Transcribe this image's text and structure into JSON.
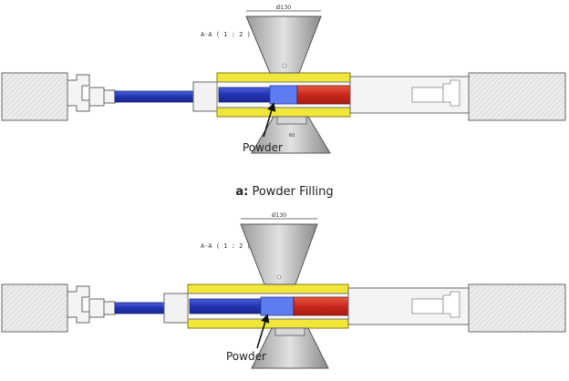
{
  "figure": {
    "top_panel": {
      "section_label": "A-A ( 1 : 2 )",
      "dimension_label": "Ø130",
      "lower_dimension_label": "60",
      "callout": "Powder"
    },
    "caption": {
      "prefix": "a:",
      "text": "Powder Filling"
    },
    "bottom_panel": {
      "section_label": "A-A ( 1 : 2 )",
      "dimension_label": "Ø130",
      "callout": "Powder"
    }
  },
  "colors": {
    "housing": "#e8e8e8",
    "outline": "#555555",
    "plunger_blue": "#2b3fc0",
    "plunger_red": "#d0301e",
    "collar_yellow": "#f1e63a",
    "hopper": "#bfbfbf"
  }
}
